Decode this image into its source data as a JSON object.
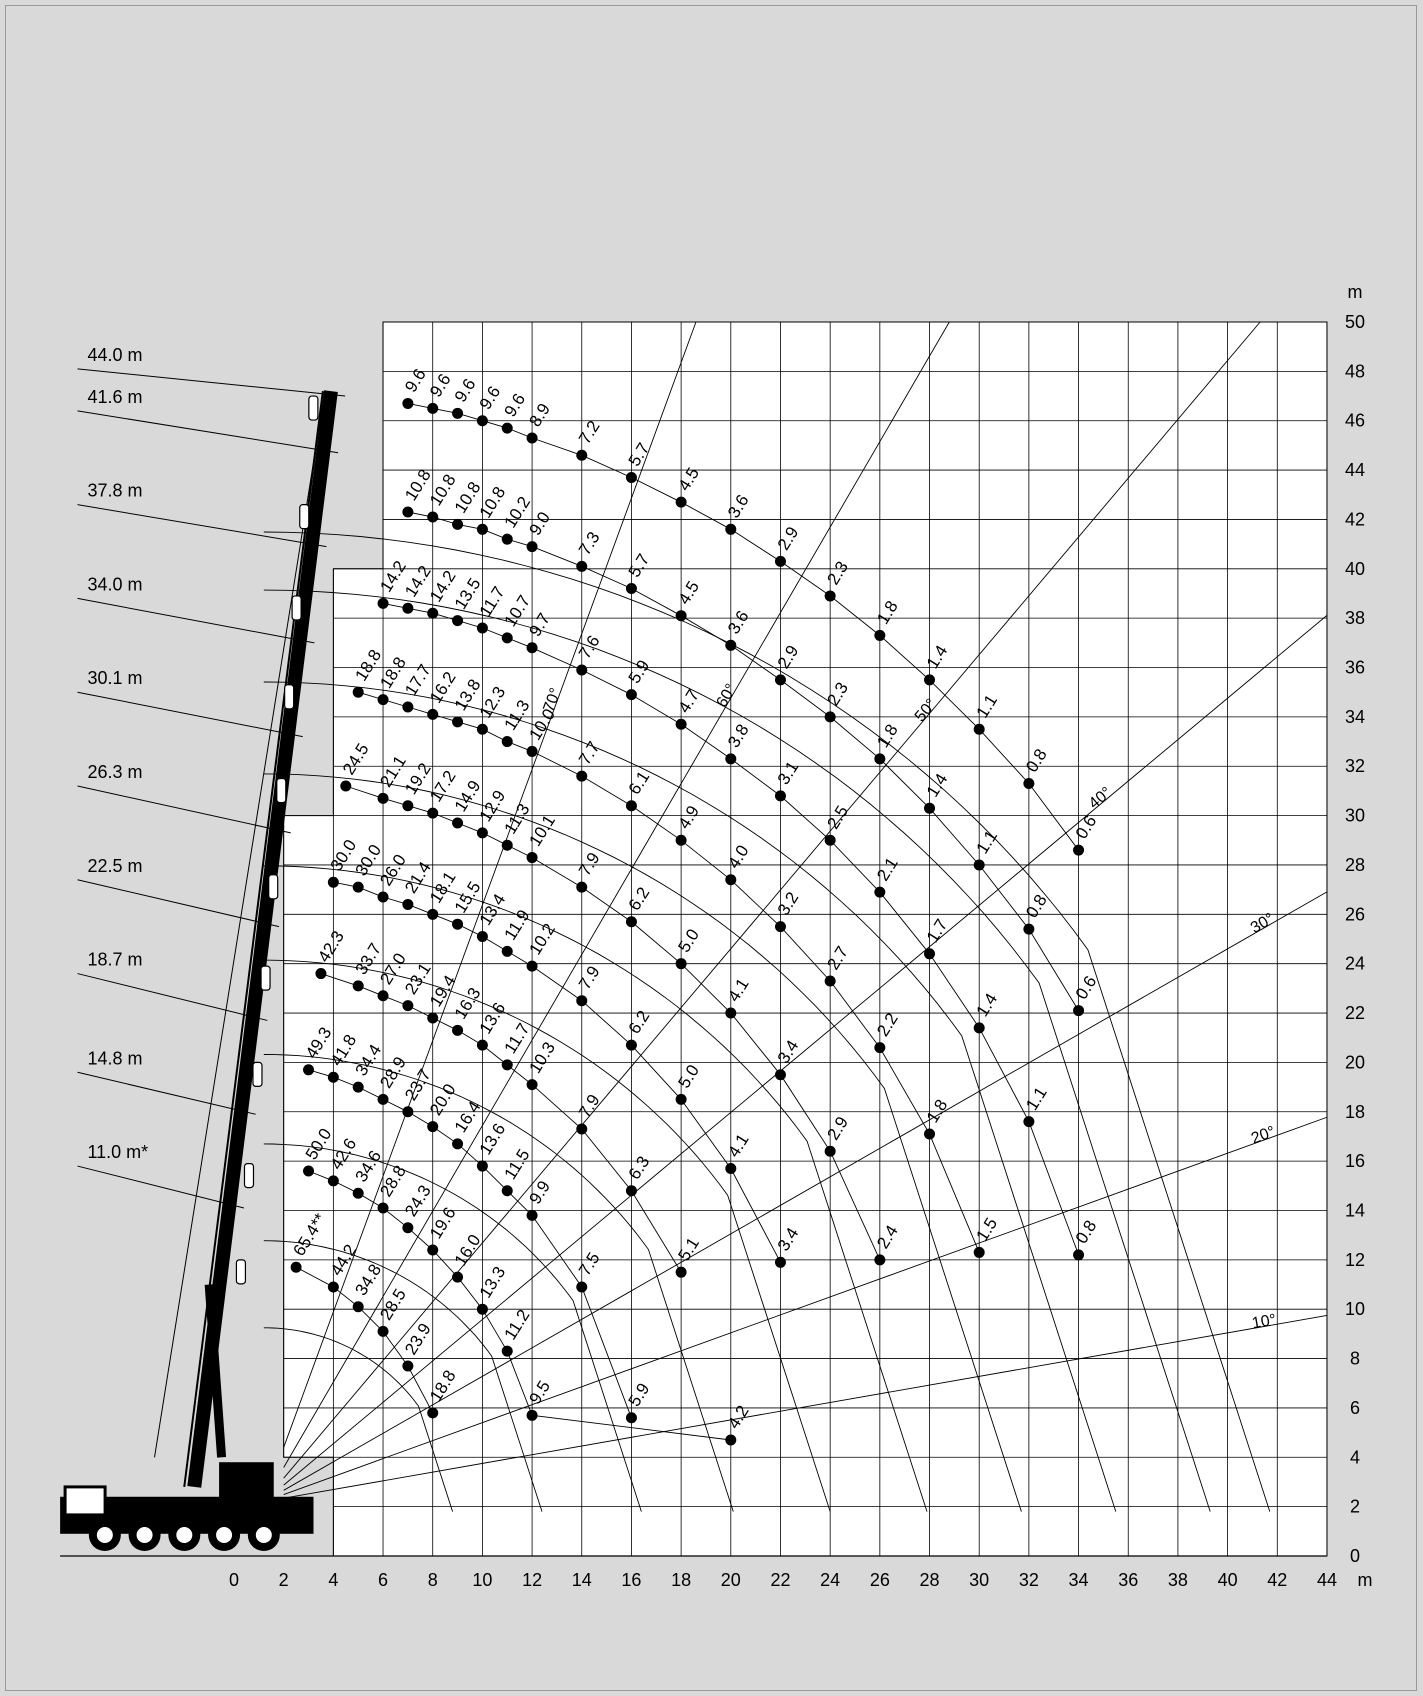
{
  "chart_data": {
    "type": "scatter",
    "x_unit": "m",
    "y_unit": "m",
    "xlim": [
      0,
      44
    ],
    "ylim": [
      0,
      50
    ],
    "x_ticks": [
      "0",
      "2",
      "4",
      "6",
      "8",
      "10",
      "12",
      "14",
      "16",
      "18",
      "20",
      "22",
      "24",
      "26",
      "28",
      "30",
      "32",
      "34",
      "36",
      "38",
      "40",
      "42",
      "44"
    ],
    "y_ticks": [
      "0",
      "2",
      "4",
      "6",
      "8",
      "10",
      "12",
      "14",
      "16",
      "18",
      "20",
      "22",
      "24",
      "26",
      "28",
      "30",
      "32",
      "34",
      "36",
      "38",
      "40",
      "42",
      "44",
      "46",
      "48",
      "50"
    ],
    "grid": true,
    "boom_angles": [
      "10°",
      "20°",
      "30°",
      "40°",
      "50°",
      "60°",
      "70°"
    ],
    "series": [
      {
        "name": "44.0 m",
        "points": [
          {
            "x": 7,
            "y": 46.7,
            "label": "9.6"
          },
          {
            "x": 8,
            "y": 46.5,
            "label": "9.6"
          },
          {
            "x": 9,
            "y": 46.3,
            "label": "9.6"
          },
          {
            "x": 10,
            "y": 46.0,
            "label": "9.6"
          },
          {
            "x": 11,
            "y": 45.7,
            "label": "9.6"
          },
          {
            "x": 12,
            "y": 45.3,
            "label": "8.9"
          },
          {
            "x": 14,
            "y": 44.6,
            "label": "7.2"
          },
          {
            "x": 16,
            "y": 43.7,
            "label": "5.7"
          },
          {
            "x": 18,
            "y": 42.7,
            "label": "4.5"
          },
          {
            "x": 20,
            "y": 41.6,
            "label": "3.6"
          },
          {
            "x": 22,
            "y": 40.3,
            "label": "2.9"
          },
          {
            "x": 24,
            "y": 38.9,
            "label": "2.3"
          },
          {
            "x": 26,
            "y": 37.3,
            "label": "1.8"
          },
          {
            "x": 28,
            "y": 35.5,
            "label": "1.4"
          },
          {
            "x": 30,
            "y": 33.5,
            "label": "1.1"
          },
          {
            "x": 32,
            "y": 31.3,
            "label": "0.8"
          },
          {
            "x": 34,
            "y": 28.6,
            "label": "0.6"
          }
        ]
      },
      {
        "name": "41.6 m",
        "points": [
          {
            "x": 7,
            "y": 42.3,
            "label": "10.8"
          },
          {
            "x": 8,
            "y": 42.1,
            "label": "10.8"
          },
          {
            "x": 9,
            "y": 41.8,
            "label": "10.8"
          },
          {
            "x": 10,
            "y": 41.6,
            "label": "10.8"
          },
          {
            "x": 11,
            "y": 41.2,
            "label": "10.2"
          },
          {
            "x": 12,
            "y": 40.9,
            "label": "9.0"
          },
          {
            "x": 14,
            "y": 40.1,
            "label": "7.3"
          },
          {
            "x": 16,
            "y": 39.2,
            "label": "5.7"
          },
          {
            "x": 18,
            "y": 38.1,
            "label": "4.5"
          },
          {
            "x": 20,
            "y": 36.9,
            "label": "3.6"
          },
          {
            "x": 22,
            "y": 35.5,
            "label": "2.9"
          },
          {
            "x": 24,
            "y": 34.0,
            "label": "2.3"
          },
          {
            "x": 26,
            "y": 32.3,
            "label": "1.8"
          },
          {
            "x": 28,
            "y": 30.3,
            "label": "1.4"
          },
          {
            "x": 30,
            "y": 28.0,
            "label": "1.1"
          },
          {
            "x": 32,
            "y": 25.4,
            "label": "0.8"
          },
          {
            "x": 34,
            "y": 22.1,
            "label": "0.6"
          }
        ]
      },
      {
        "name": "37.8 m",
        "points": [
          {
            "x": 6,
            "y": 38.6,
            "label": "14.2"
          },
          {
            "x": 7,
            "y": 38.4,
            "label": "14.2"
          },
          {
            "x": 8,
            "y": 38.2,
            "label": "14.2"
          },
          {
            "x": 9,
            "y": 37.9,
            "label": "13.5"
          },
          {
            "x": 10,
            "y": 37.6,
            "label": "11.7"
          },
          {
            "x": 11,
            "y": 37.2,
            "label": "10.7"
          },
          {
            "x": 12,
            "y": 36.8,
            "label": "9.7"
          },
          {
            "x": 14,
            "y": 35.9,
            "label": "7.6"
          },
          {
            "x": 16,
            "y": 34.9,
            "label": "5.9"
          },
          {
            "x": 18,
            "y": 33.7,
            "label": "4.7"
          },
          {
            "x": 20,
            "y": 32.3,
            "label": "3.8"
          },
          {
            "x": 22,
            "y": 30.8,
            "label": "3.1"
          },
          {
            "x": 24,
            "y": 29.0,
            "label": "2.5"
          },
          {
            "x": 26,
            "y": 26.9,
            "label": "2.1"
          },
          {
            "x": 28,
            "y": 24.4,
            "label": "1.7"
          },
          {
            "x": 30,
            "y": 21.4,
            "label": "1.4"
          },
          {
            "x": 32,
            "y": 17.6,
            "label": "1.1"
          },
          {
            "x": 34,
            "y": 12.2,
            "label": "0.8"
          }
        ]
      },
      {
        "name": "34.0 m",
        "points": [
          {
            "x": 5,
            "y": 35.0,
            "label": "18.8"
          },
          {
            "x": 6,
            "y": 34.7,
            "label": "18.8"
          },
          {
            "x": 7,
            "y": 34.4,
            "label": "17.7"
          },
          {
            "x": 8,
            "y": 34.1,
            "label": "16.2"
          },
          {
            "x": 9,
            "y": 33.8,
            "label": "13.8"
          },
          {
            "x": 10,
            "y": 33.5,
            "label": "12.3"
          },
          {
            "x": 11,
            "y": 33.0,
            "label": "11.3"
          },
          {
            "x": 12,
            "y": 32.6,
            "label": "10.0"
          },
          {
            "x": 14,
            "y": 31.6,
            "label": "7.7"
          },
          {
            "x": 16,
            "y": 30.4,
            "label": "6.1"
          },
          {
            "x": 18,
            "y": 29.0,
            "label": "4.9"
          },
          {
            "x": 20,
            "y": 27.4,
            "label": "4.0"
          },
          {
            "x": 22,
            "y": 25.5,
            "label": "3.2"
          },
          {
            "x": 24,
            "y": 23.3,
            "label": "2.7"
          },
          {
            "x": 26,
            "y": 20.6,
            "label": "2.2"
          },
          {
            "x": 28,
            "y": 17.1,
            "label": "1.8"
          },
          {
            "x": 30,
            "y": 12.3,
            "label": "1.5"
          }
        ]
      },
      {
        "name": "30.1 m",
        "points": [
          {
            "x": 4.5,
            "y": 31.2,
            "label": "24.5"
          },
          {
            "x": 6,
            "y": 30.7,
            "label": "21.1"
          },
          {
            "x": 7,
            "y": 30.4,
            "label": "19.2"
          },
          {
            "x": 8,
            "y": 30.1,
            "label": "17.2"
          },
          {
            "x": 9,
            "y": 29.7,
            "label": "14.9"
          },
          {
            "x": 10,
            "y": 29.3,
            "label": "12.9"
          },
          {
            "x": 11,
            "y": 28.8,
            "label": "11.3"
          },
          {
            "x": 12,
            "y": 28.3,
            "label": "10.1"
          },
          {
            "x": 14,
            "y": 27.1,
            "label": "7.9"
          },
          {
            "x": 16,
            "y": 25.7,
            "label": "6.2"
          },
          {
            "x": 18,
            "y": 24.0,
            "label": "5.0"
          },
          {
            "x": 20,
            "y": 22.0,
            "label": "4.1"
          },
          {
            "x": 22,
            "y": 19.5,
            "label": "3.4"
          },
          {
            "x": 24,
            "y": 16.4,
            "label": "2.9"
          },
          {
            "x": 26,
            "y": 12.0,
            "label": "2.4"
          }
        ]
      },
      {
        "name": "26.3 m",
        "points": [
          {
            "x": 4,
            "y": 27.3,
            "label": "30.0"
          },
          {
            "x": 5,
            "y": 27.1,
            "label": "30.0"
          },
          {
            "x": 6,
            "y": 26.7,
            "label": "26.0"
          },
          {
            "x": 7,
            "y": 26.4,
            "label": "21.4"
          },
          {
            "x": 8,
            "y": 26.0,
            "label": "18.1"
          },
          {
            "x": 9,
            "y": 25.6,
            "label": "15.5"
          },
          {
            "x": 10,
            "y": 25.1,
            "label": "13.4"
          },
          {
            "x": 11,
            "y": 24.5,
            "label": "11.9"
          },
          {
            "x": 12,
            "y": 23.9,
            "label": "10.2"
          },
          {
            "x": 14,
            "y": 22.5,
            "label": "7.9"
          },
          {
            "x": 16,
            "y": 20.7,
            "label": "6.2"
          },
          {
            "x": 18,
            "y": 18.5,
            "label": "5.0"
          },
          {
            "x": 20,
            "y": 15.7,
            "label": "4.1"
          },
          {
            "x": 22,
            "y": 11.9,
            "label": "3.4"
          }
        ]
      },
      {
        "name": "22.5 m",
        "points": [
          {
            "x": 3.5,
            "y": 23.6,
            "label": "42.3"
          },
          {
            "x": 5,
            "y": 23.1,
            "label": "33.7"
          },
          {
            "x": 6,
            "y": 22.7,
            "label": "27.0"
          },
          {
            "x": 7,
            "y": 22.3,
            "label": "23.1"
          },
          {
            "x": 8,
            "y": 21.8,
            "label": "19.4"
          },
          {
            "x": 9,
            "y": 21.3,
            "label": "16.3"
          },
          {
            "x": 10,
            "y": 20.7,
            "label": "13.6"
          },
          {
            "x": 11,
            "y": 19.9,
            "label": "11.7"
          },
          {
            "x": 12,
            "y": 19.1,
            "label": "10.3"
          },
          {
            "x": 14,
            "y": 17.3,
            "label": "7.9"
          },
          {
            "x": 16,
            "y": 14.8,
            "label": "6.3"
          },
          {
            "x": 18,
            "y": 11.5,
            "label": "5.1"
          }
        ]
      },
      {
        "name": "18.7 m",
        "points": [
          {
            "x": 3,
            "y": 19.7,
            "label": "49.3"
          },
          {
            "x": 4,
            "y": 19.4,
            "label": "41.8"
          },
          {
            "x": 5,
            "y": 19.0,
            "label": "34.4"
          },
          {
            "x": 6,
            "y": 18.5,
            "label": "28.9"
          },
          {
            "x": 7,
            "y": 18.0,
            "label": "23.7"
          },
          {
            "x": 8,
            "y": 17.4,
            "label": "20.0"
          },
          {
            "x": 9,
            "y": 16.7,
            "label": "16.4"
          },
          {
            "x": 10,
            "y": 15.8,
            "label": "13.6"
          },
          {
            "x": 11,
            "y": 14.8,
            "label": "11.5"
          },
          {
            "x": 12,
            "y": 13.8,
            "label": "9.9"
          },
          {
            "x": 14,
            "y": 10.9,
            "label": "7.5"
          },
          {
            "x": 16,
            "y": 5.6,
            "label": "5.9"
          }
        ]
      },
      {
        "name": "14.8 m",
        "points": [
          {
            "x": 3,
            "y": 15.6,
            "label": "50.0"
          },
          {
            "x": 4,
            "y": 15.2,
            "label": "42.6"
          },
          {
            "x": 5,
            "y": 14.7,
            "label": "34.6"
          },
          {
            "x": 6,
            "y": 14.1,
            "label": "28.8"
          },
          {
            "x": 7,
            "y": 13.3,
            "label": "24.3"
          },
          {
            "x": 8,
            "y": 12.4,
            "label": "19.6"
          },
          {
            "x": 9,
            "y": 11.3,
            "label": "16.0"
          },
          {
            "x": 10,
            "y": 10.0,
            "label": "13.3"
          },
          {
            "x": 11,
            "y": 8.3,
            "label": "11.2"
          },
          {
            "x": 12,
            "y": 5.7,
            "label": "9.5"
          },
          {
            "x": 20,
            "y": 4.7,
            "label": "4.2"
          }
        ]
      },
      {
        "name": "11.0 m*",
        "points": [
          {
            "x": 2.5,
            "y": 11.7,
            "label": "65.4**"
          },
          {
            "x": 4,
            "y": 10.9,
            "label": "44.2"
          },
          {
            "x": 5,
            "y": 10.1,
            "label": "34.8"
          },
          {
            "x": 6,
            "y": 9.1,
            "label": "28.5"
          },
          {
            "x": 7,
            "y": 7.7,
            "label": "23.9"
          },
          {
            "x": 8,
            "y": 5.8,
            "label": "18.8"
          }
        ]
      }
    ]
  }
}
